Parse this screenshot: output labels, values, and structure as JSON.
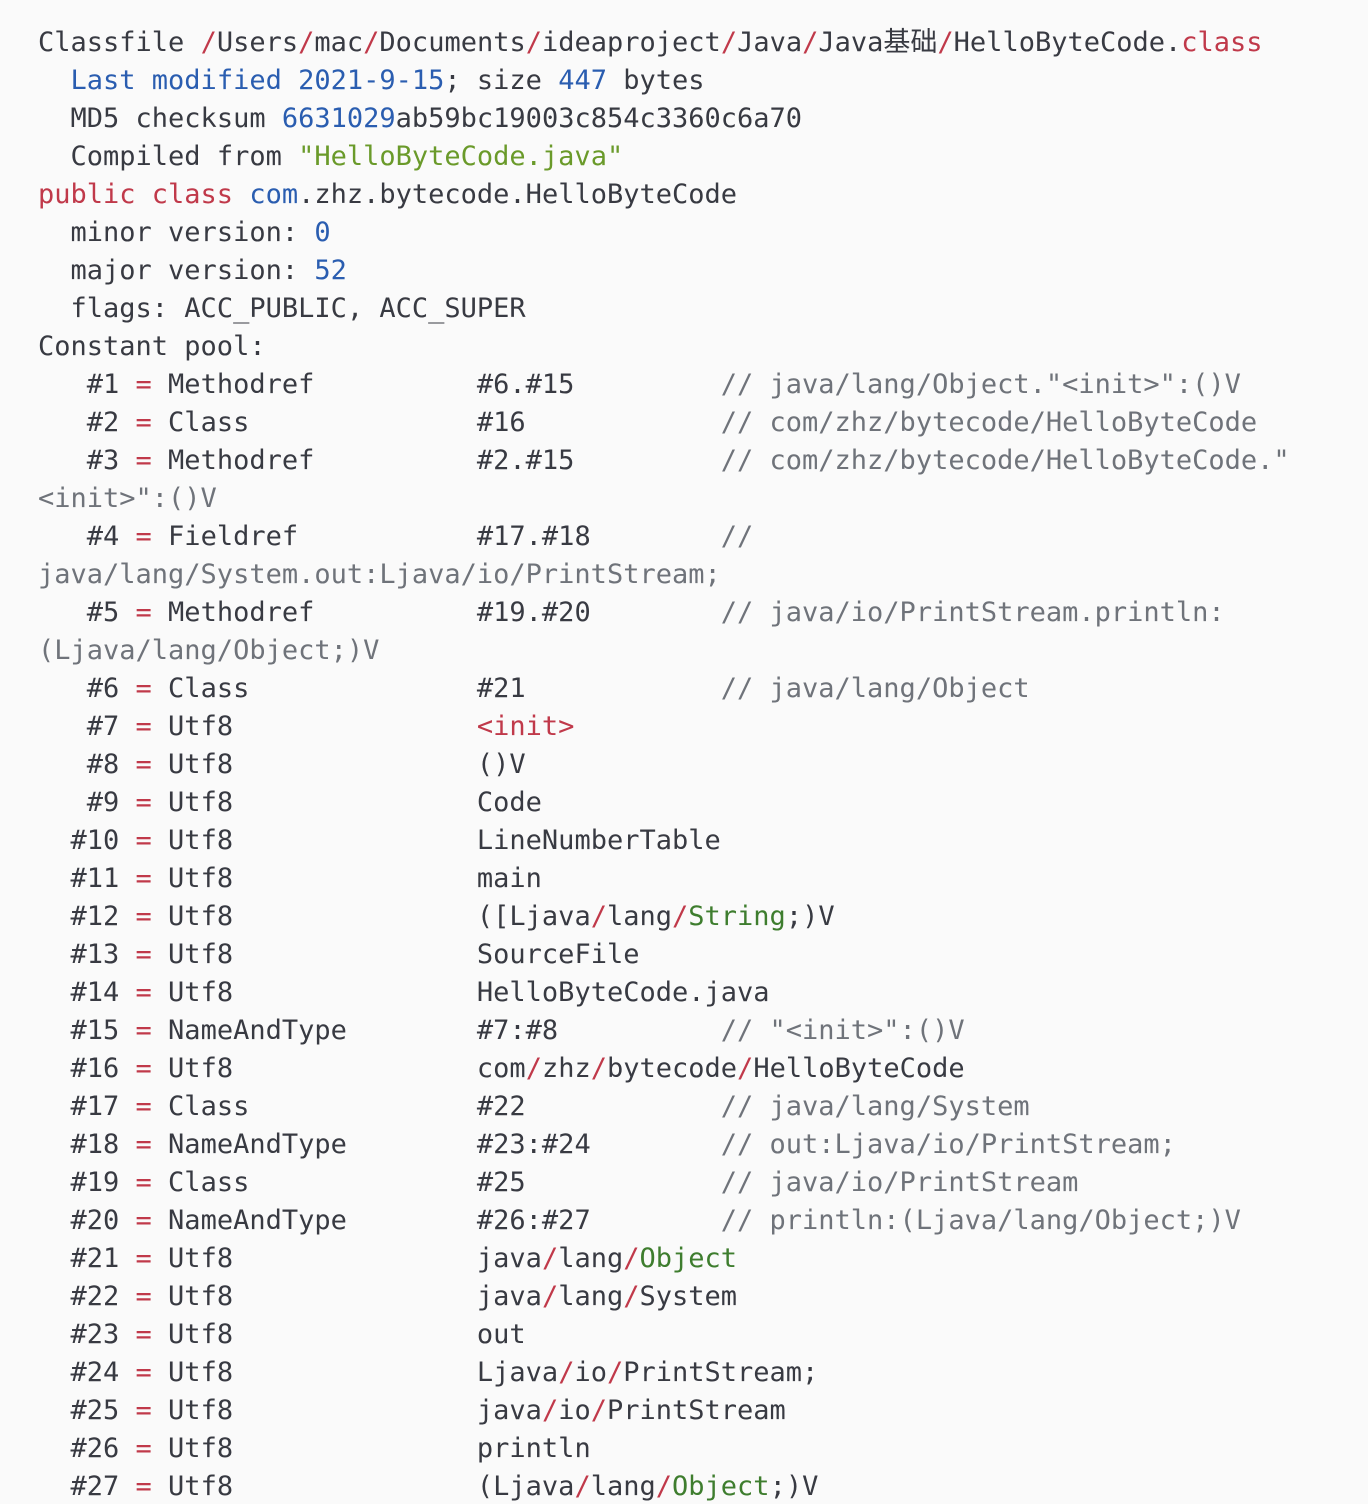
{
  "header": {
    "line1": {
      "a": "Classfile ",
      "s1": "/",
      "p1": "Users",
      "s2": "/",
      "p2": "mac",
      "s3": "/",
      "p3": "Documents",
      "s4": "/",
      "p4": "ideaproject",
      "s5": "/",
      "p5": "Java",
      "s6": "/",
      "p6": "Java基础",
      "s7": "/",
      "p7": "HelloByteCode.",
      "kw": "class"
    },
    "line2": {
      "indent": "  ",
      "kw": "Last modified 2021-9-15",
      "sep": "; size ",
      "num": "447",
      "tail": " bytes"
    },
    "line3": {
      "indent": "  ",
      "a": "MD5 checksum ",
      "num": "6631029",
      "tail": "ab59bc19003c854c3360c6a70"
    },
    "line4": {
      "indent": "  ",
      "a": "Compiled from ",
      "str": "\"HelloByteCode.java\""
    },
    "line5": {
      "kw": "public class ",
      "pkg": "com",
      "tail": ".zhz.bytecode.HelloByteCode"
    },
    "line6": {
      "indent": "  ",
      "a": "minor version: ",
      "num": "0"
    },
    "line7": {
      "indent": "  ",
      "a": "major version: ",
      "num": "52"
    },
    "line8": {
      "indent": "  ",
      "a": "flags: ACC_PUBLIC, ACC_SUPER"
    },
    "line9": {
      "a": "Constant pool:"
    }
  },
  "constant_pool": [
    {
      "idx": "   #1",
      "type": " Methodref          ",
      "val": "#6.#15         ",
      "comment": "// java/lang/Object.\"<init>\":()V"
    },
    {
      "idx": "   #2",
      "type": " Class              ",
      "val": "#16            ",
      "comment": "// com/zhz/bytecode/HelloByteCode"
    },
    {
      "idx": "   #3",
      "type": " Methodref          ",
      "val": "#2.#15         ",
      "comment": "// com/zhz/bytecode/HelloByteCode.\"",
      "wrap": "<init>\":()V"
    },
    {
      "idx": "   #4",
      "type": " Fieldref           ",
      "val": "#17.#18        ",
      "comment": "//",
      "wrap": "java/lang/System.out:Ljava/io/PrintStream;"
    },
    {
      "idx": "   #5",
      "type": " Methodref          ",
      "val": "#19.#20        ",
      "comment": "// java/io/PrintStream.println:",
      "wrap": "(Ljava/lang/Object;)V"
    },
    {
      "idx": "   #6",
      "type": " Class              ",
      "val": "#21            ",
      "comment": "// java/lang/Object"
    },
    {
      "idx": "   #7",
      "type": " Utf8               ",
      "val_red": "<init>"
    },
    {
      "idx": "   #8",
      "type": " Utf8               ",
      "val": "()V"
    },
    {
      "idx": "   #9",
      "type": " Utf8               ",
      "val": "Code"
    },
    {
      "idx": "  #10",
      "type": " Utf8               ",
      "val": "LineNumberTable"
    },
    {
      "idx": "  #11",
      "type": " Utf8               ",
      "val": "main"
    },
    {
      "idx": "  #12",
      "type": " Utf8               ",
      "parts": [
        "([Ljava",
        "/",
        "lang",
        "/",
        "String",
        ";)V"
      ]
    },
    {
      "idx": "  #13",
      "type": " Utf8               ",
      "val": "SourceFile"
    },
    {
      "idx": "  #14",
      "type": " Utf8               ",
      "val": "HelloByteCode.java"
    },
    {
      "idx": "  #15",
      "type": " NameAndType        ",
      "val": "#7:#8          ",
      "comment": "// \"<init>\":()V"
    },
    {
      "idx": "  #16",
      "type": " Utf8               ",
      "parts": [
        "com",
        "/",
        "zhz",
        "/",
        "bytecode",
        "/",
        "HelloByteCode"
      ]
    },
    {
      "idx": "  #17",
      "type": " Class              ",
      "val": "#22            ",
      "comment": "// java/lang/System"
    },
    {
      "idx": "  #18",
      "type": " NameAndType        ",
      "val": "#23:#24        ",
      "comment": "// out:Ljava/io/PrintStream;"
    },
    {
      "idx": "  #19",
      "type": " Class              ",
      "val": "#25            ",
      "comment": "// java/io/PrintStream"
    },
    {
      "idx": "  #20",
      "type": " NameAndType        ",
      "val": "#26:#27        ",
      "comment": "// println:(Ljava/lang/Object;)V"
    },
    {
      "idx": "  #21",
      "type": " Utf8               ",
      "parts": [
        "java",
        "/",
        "lang",
        "/",
        "Object"
      ]
    },
    {
      "idx": "  #22",
      "type": " Utf8               ",
      "parts": [
        "java",
        "/",
        "lang",
        "/",
        "System"
      ]
    },
    {
      "idx": "  #23",
      "type": " Utf8               ",
      "val": "out"
    },
    {
      "idx": "  #24",
      "type": " Utf8               ",
      "parts": [
        "Ljava",
        "/",
        "io",
        "/",
        "PrintStream;"
      ]
    },
    {
      "idx": "  #25",
      "type": " Utf8               ",
      "parts": [
        "java",
        "/",
        "io",
        "/",
        "PrintStream"
      ]
    },
    {
      "idx": "  #26",
      "type": " Utf8               ",
      "val": "println"
    },
    {
      "idx": "  #27",
      "type": " Utf8               ",
      "parts": [
        "(Ljava",
        "/",
        "lang",
        "/",
        "Object",
        ";)V"
      ]
    }
  ]
}
